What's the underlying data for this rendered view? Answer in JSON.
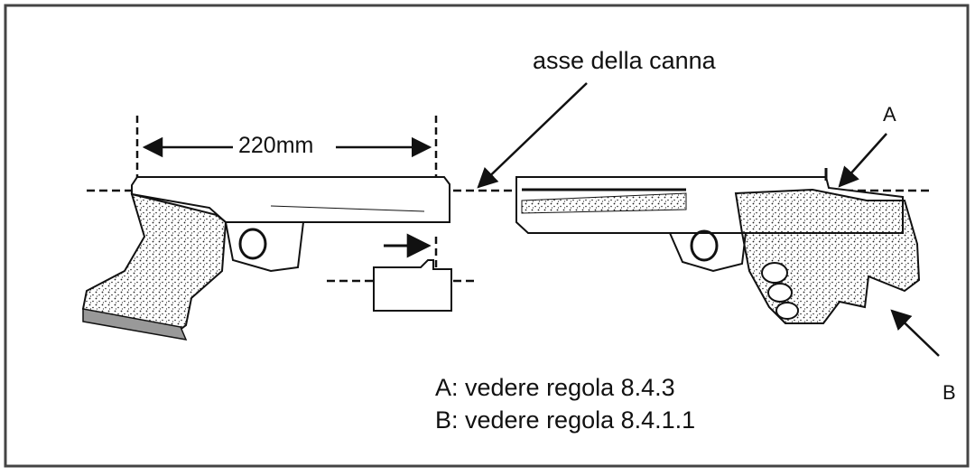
{
  "labels": {
    "barrel_axis": "asse della canna",
    "length": "220mm",
    "marker_a": "A",
    "marker_b": "B"
  },
  "notes": {
    "a": "A: vedere regola 8.4.3",
    "b": "B: vedere regola 8.4.1.1"
  },
  "colors": {
    "line": "#111111",
    "frame": "#444444",
    "stipple": "#222222"
  }
}
